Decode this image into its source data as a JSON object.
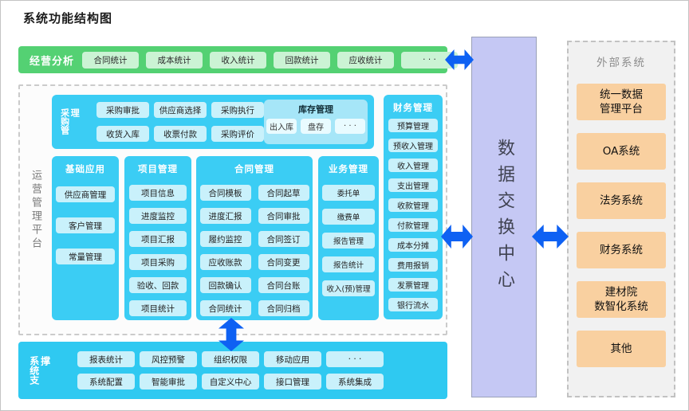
{
  "title": "系统功能结构图",
  "colors": {
    "green_bar": "#54d173",
    "green_chip": "#cbf3d4",
    "cyan_block": "#3bcdf4",
    "cyan_chip": "#c9f1fb",
    "inventory_panel": "#a6e6f8",
    "support_bar": "#2fc9f1",
    "exchange_purple": "#c5c8f4",
    "external_orange": "#f9d0a0",
    "arrow_blue": "#0e61f3"
  },
  "business_analysis": {
    "label": "经营分析",
    "items": [
      "合同统计",
      "成本统计",
      "收入统计",
      "回款统计",
      "应收统计",
      "· · ·"
    ]
  },
  "operation_platform": {
    "label": "运营管理平台",
    "procurement": {
      "label": "采购管理",
      "items": [
        "采购审批",
        "供应商选择",
        "采购执行",
        "收货入库",
        "收票付款",
        "采购评价"
      ]
    },
    "inventory": {
      "label": "库存管理",
      "items": [
        "出入库",
        "盘存",
        "· · ·"
      ]
    },
    "finance": {
      "label": "财务管理",
      "items": [
        "预算管理",
        "预收入管理",
        "收入管理",
        "支出管理",
        "收款管理",
        "付款管理",
        "成本分摊",
        "费用报销",
        "发票管理",
        "银行流水"
      ]
    },
    "basic": {
      "label": "基础应用",
      "items": [
        "供应商管理",
        "客户管理",
        "常量管理"
      ]
    },
    "project": {
      "label": "项目管理",
      "items": [
        "项目信息",
        "进度监控",
        "项目汇报",
        "项目采购",
        "验收、回款",
        "项目统计"
      ]
    },
    "contract": {
      "label": "合同管理",
      "items": [
        "合同模板",
        "合同起草",
        "进度汇报",
        "合同审批",
        "履约监控",
        "合同签订",
        "应收账款",
        "合同变更",
        "回款确认",
        "合同台账",
        "合同统计",
        "合同归档"
      ]
    },
    "business": {
      "label": "业务管理",
      "items": [
        "委托单",
        "缴费单",
        "报告管理",
        "报告统计",
        "收入(预)管理"
      ]
    }
  },
  "system_support": {
    "label": "系统支撑",
    "items": [
      "报表统计",
      "风控预警",
      "组织权限",
      "移动应用",
      "· · ·",
      "系统配置",
      "智能审批",
      "自定义中心",
      "接口管理",
      "系统集成"
    ]
  },
  "exchange_center": {
    "label": "数据交换中心"
  },
  "external": {
    "label": "外部系统",
    "items": [
      "统一数据\n管理平台",
      "OA系统",
      "法务系统",
      "财务系统",
      "建材院\n数智化系统",
      "其他"
    ]
  }
}
